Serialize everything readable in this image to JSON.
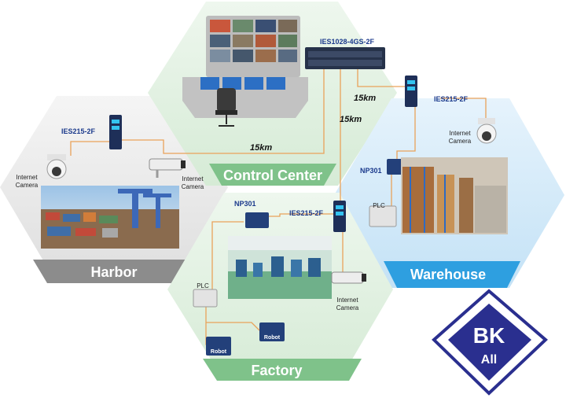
{
  "zones": {
    "control_center": "Control Center",
    "harbor": "Harbor",
    "warehouse": "Warehouse",
    "factory": "Factory"
  },
  "devices": {
    "core_switch": "IES1028-4GS-2F",
    "harbor_switch": "IES215-2F",
    "warehouse_switch": "IES215-2F",
    "factory_switch": "IES215-2F",
    "warehouse_server": "NP301",
    "factory_server": "NP301",
    "warehouse_plc": "PLC",
    "factory_plc": "PLC",
    "robot_1": "Robot",
    "robot_2": "Robot"
  },
  "cameras": {
    "harbor_dome": [
      "Internet",
      "Camera"
    ],
    "harbor_bullet": [
      "Internet",
      "Camera"
    ],
    "warehouse_dome": [
      "Internet",
      "Camera"
    ],
    "factory_bullet": [
      "Internet",
      "Camera"
    ]
  },
  "distances": {
    "to_harbor": "15km",
    "to_warehouse": "15km",
    "to_factory": "15km"
  },
  "logo": {
    "line1": "BK",
    "line2": "All"
  },
  "colors": {
    "link_line": "#e9a25a",
    "harbor_hex": "#e6e6e6",
    "harbor_banner": "#8c8c8c",
    "control_hex": "#ddeedd",
    "control_banner": "#7fc28a",
    "warehouse_hex": "#cfe7f8",
    "warehouse_banner": "#2e9fe0",
    "factory_hex": "#ddeedd",
    "factory_banner": "#7fc28a",
    "logo_blue": "#2a2f8f"
  }
}
